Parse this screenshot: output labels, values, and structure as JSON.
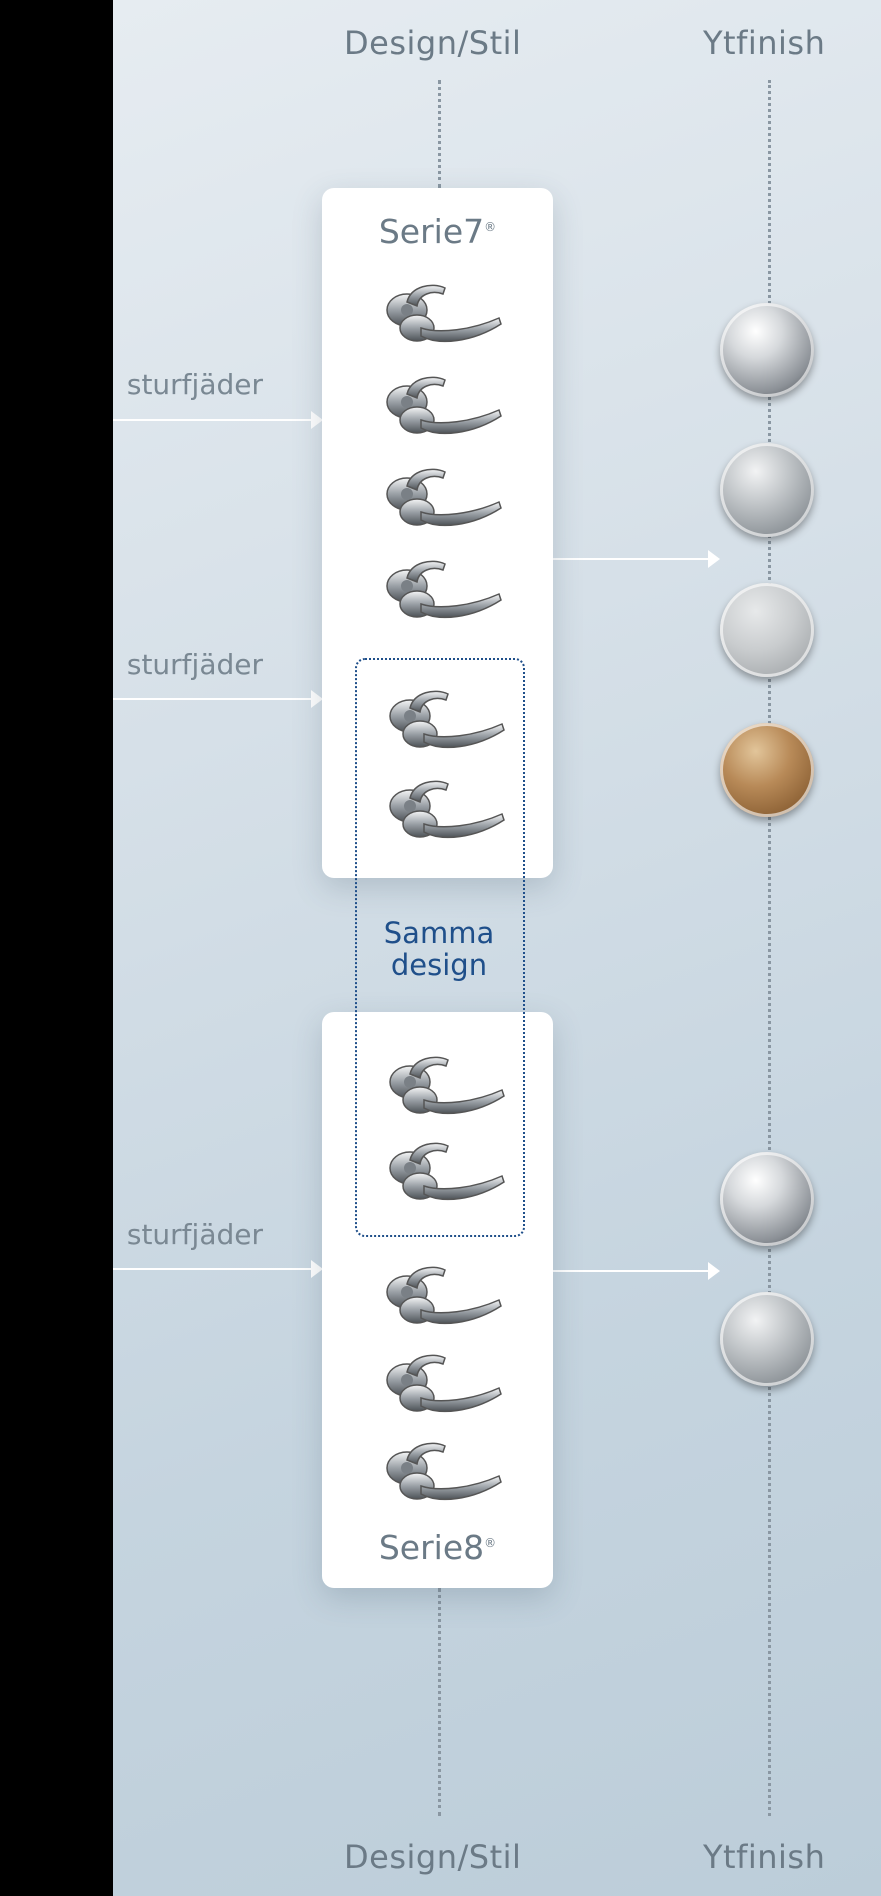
{
  "columns": {
    "design": "Design/Stil",
    "finish": "Ytfinish"
  },
  "series": {
    "top": {
      "name": "Serie7",
      "mark": "®"
    },
    "bottom": {
      "name": "Serie8",
      "mark": "®"
    }
  },
  "side_labels": {
    "row1": "sturfjäder",
    "row2": "sturfjäder",
    "row3": "sturfjäder"
  },
  "same_design": {
    "line1": "Samma",
    "line2": "design"
  },
  "finishes": {
    "top": [
      "polished-chrome",
      "brushed-steel",
      "matte-satin",
      "brass"
    ],
    "bottom": [
      "polished-chrome",
      "brushed-steel"
    ]
  },
  "colors": {
    "accent_blue": "#1f4f8a",
    "label_gray": "#6b7a86"
  }
}
